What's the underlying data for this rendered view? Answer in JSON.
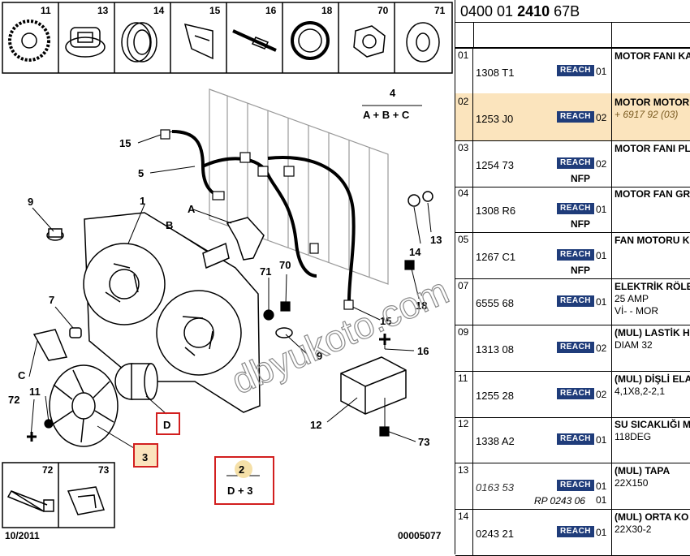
{
  "thumbnails": [
    "11",
    "13",
    "14",
    "15",
    "16",
    "18",
    "70",
    "71"
  ],
  "callouts": {
    "c1": "1",
    "c2": "2",
    "c3": "3",
    "c4": "4",
    "c5": "5",
    "c7": "7",
    "c9a": "9",
    "c9b": "9",
    "c11": "11",
    "c12": "12",
    "c13": "13",
    "c14": "14",
    "c15a": "15",
    "c15b": "15",
    "c16": "16",
    "c18": "18",
    "c70": "70",
    "c71": "71",
    "c72": "72",
    "c73": "73",
    "cA": "A",
    "cB": "B",
    "cC": "C",
    "cD": "D"
  },
  "formula_top": "A + B + C",
  "formula_bottom": "D + 3",
  "bottom_thumbs": [
    "72",
    "73"
  ],
  "date": "10/2011",
  "diagram_no": "00005077",
  "watermark": "dbyukoto.com",
  "reference": {
    "prefix": "0400 01 ",
    "bold": "2410",
    "suffix": " 67B"
  },
  "reach_label": "REACH",
  "rows": [
    {
      "idx": "01",
      "pno": "1308 T1",
      "qty": "01",
      "desc": [
        "MOTOR FANI KA"
      ],
      "highlight": false
    },
    {
      "idx": "02",
      "pno": "1253 J0",
      "qty": "02",
      "desc": [
        "MOTOR MOTOR",
        "+ 6917 92 (03)"
      ],
      "highlight": true
    },
    {
      "idx": "03",
      "pno": "1254 73",
      "qty": "02",
      "nfp": "NFP",
      "desc": [
        "MOTOR FANI PL"
      ]
    },
    {
      "idx": "04",
      "pno": "1308 R6",
      "qty": "01",
      "nfp": "NFP",
      "desc": [
        "MOTOR FAN GR"
      ]
    },
    {
      "idx": "05",
      "pno": "1267 C1",
      "qty": "01",
      "nfp": "NFP",
      "desc": [
        "FAN MOTORU K"
      ]
    },
    {
      "idx": "07",
      "pno": "6555 68",
      "qty": "01",
      "desc": [
        "ELEKTRİK RÖLE",
        "25 AMP",
        "Vİ- - MOR"
      ]
    },
    {
      "idx": "09",
      "pno": "1313 08",
      "qty": "02",
      "desc": [
        "(MUL) LASTİK H",
        "DIAM 32"
      ]
    },
    {
      "idx": "11",
      "pno": "1255 28",
      "qty": "02",
      "desc": [
        "(MUL) DİŞLİ ELA",
        "4,1X8,2-2,1"
      ]
    },
    {
      "idx": "12",
      "pno": "1338 A2",
      "qty": "01",
      "desc": [
        "SU SICAKLIĞI M",
        "118DEG"
      ]
    },
    {
      "idx": "13",
      "pno": "0163 53",
      "qty": "01",
      "rp": "RP 0243 06",
      "qty2": "01",
      "desc": [
        "(MUL) TAPA",
        "22X150"
      ],
      "italic": true
    },
    {
      "idx": "14",
      "pno": "0243 21",
      "qty": "01",
      "desc": [
        "(MUL) ORTA KO",
        "22X30-2"
      ]
    }
  ]
}
